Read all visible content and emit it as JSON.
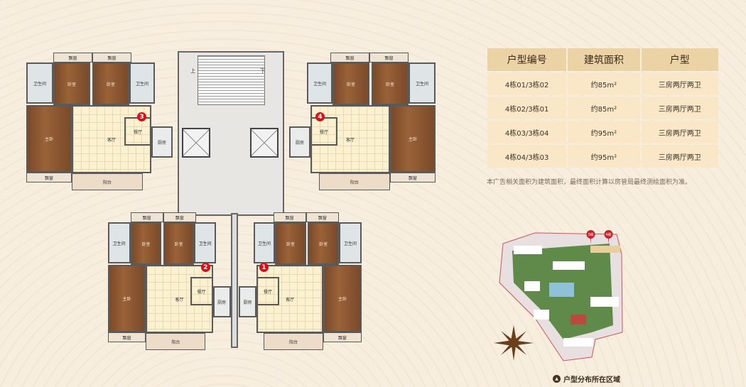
{
  "floorplan": {
    "rooms": {
      "bay": "飘窗",
      "bedroom": "卧室",
      "bath": "卫生间",
      "master": "主卧",
      "living": "客厅",
      "dining": "餐厅",
      "kitchen": "厨房",
      "balcony": "阳台"
    },
    "markers": [
      "3",
      "4",
      "2",
      "1"
    ],
    "stairs": {
      "up": "上",
      "down": "下"
    }
  },
  "table": {
    "headers": [
      "户型编号",
      "建筑面积",
      "户型"
    ],
    "rows": [
      [
        "4栋01/3栋02",
        "约85m²",
        "三房两厅两卫"
      ],
      [
        "4栋02/3栋01",
        "约85m²",
        "三房两厅两卫"
      ],
      [
        "4栋03/3栋04",
        "约95m²",
        "三房两厅两卫"
      ],
      [
        "4栋04/3栋03",
        "约95m²",
        "三房两厅两卫"
      ]
    ]
  },
  "note": "本广告相关面积为建筑面积，最终面积计算以房管局最终测绘面积为准。",
  "site_map": {
    "pins": [
      "3栋",
      "4栋"
    ],
    "caption": "户型分布所在区域"
  }
}
